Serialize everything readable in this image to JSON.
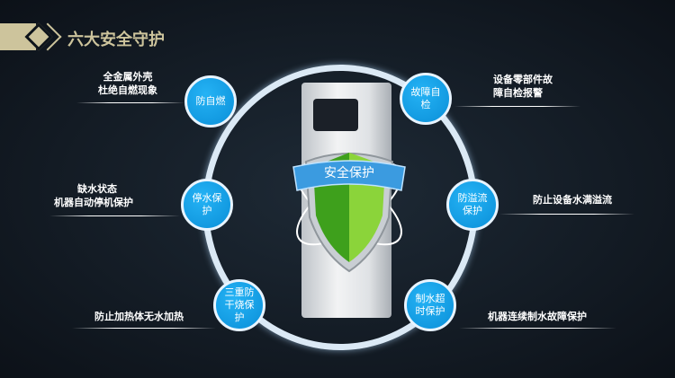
{
  "title": "六大安全守护",
  "center_label": "安全保护",
  "features": [
    {
      "bubble": "防自燃",
      "desc": [
        "全金属外壳",
        "杜绝自燃现象"
      ]
    },
    {
      "bubble": "故障自检",
      "desc": [
        "设备零部件故",
        "障自检报警"
      ]
    },
    {
      "bubble": "停水保护",
      "desc": [
        "缺水状态",
        "机器自动停机保护"
      ]
    },
    {
      "bubble": "防溢流保护",
      "desc": [
        "防止设备水满溢流"
      ]
    },
    {
      "bubble": "三重防干烧保护",
      "desc": [
        "防止加热体无水加热"
      ]
    },
    {
      "bubble": "制水超时保护",
      "desc": [
        "机器连续制水故障保护"
      ]
    }
  ],
  "colors": {
    "accent": "#cdc49c",
    "bubble": "#0f9de6",
    "shield": "#5cc02a"
  }
}
